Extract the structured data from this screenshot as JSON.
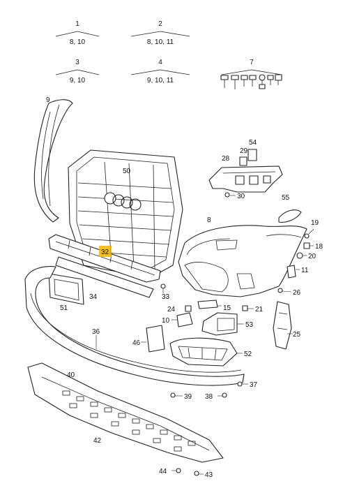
{
  "groups": [
    {
      "top": "1",
      "bottom": "8, 10"
    },
    {
      "top": "2",
      "bottom": "8, 10, 11"
    },
    {
      "top": "3",
      "bottom": "9, 10"
    },
    {
      "top": "4",
      "bottom": "9, 10, 11"
    },
    {
      "top": "7",
      "bottom": ""
    }
  ],
  "callouts": {
    "c9": "9",
    "c50": "50",
    "c28": "28",
    "c29": "29",
    "c54": "54",
    "c30": "30",
    "c55": "55",
    "c8": "8",
    "c19": "19",
    "c18": "18",
    "c20": "20",
    "c11": "11",
    "c26": "26",
    "c32": "32",
    "c34": "34",
    "c33": "33",
    "c51": "51",
    "c24": "24",
    "c15": "15",
    "c21": "21",
    "c10": "10",
    "c53": "53",
    "c46": "46",
    "c25": "25",
    "c36": "36",
    "c52": "52",
    "c40": "40",
    "c37": "37",
    "c39": "39",
    "c38": "38",
    "c42": "42",
    "c44": "44",
    "c43": "43"
  },
  "highlight_color": "#f4b400"
}
